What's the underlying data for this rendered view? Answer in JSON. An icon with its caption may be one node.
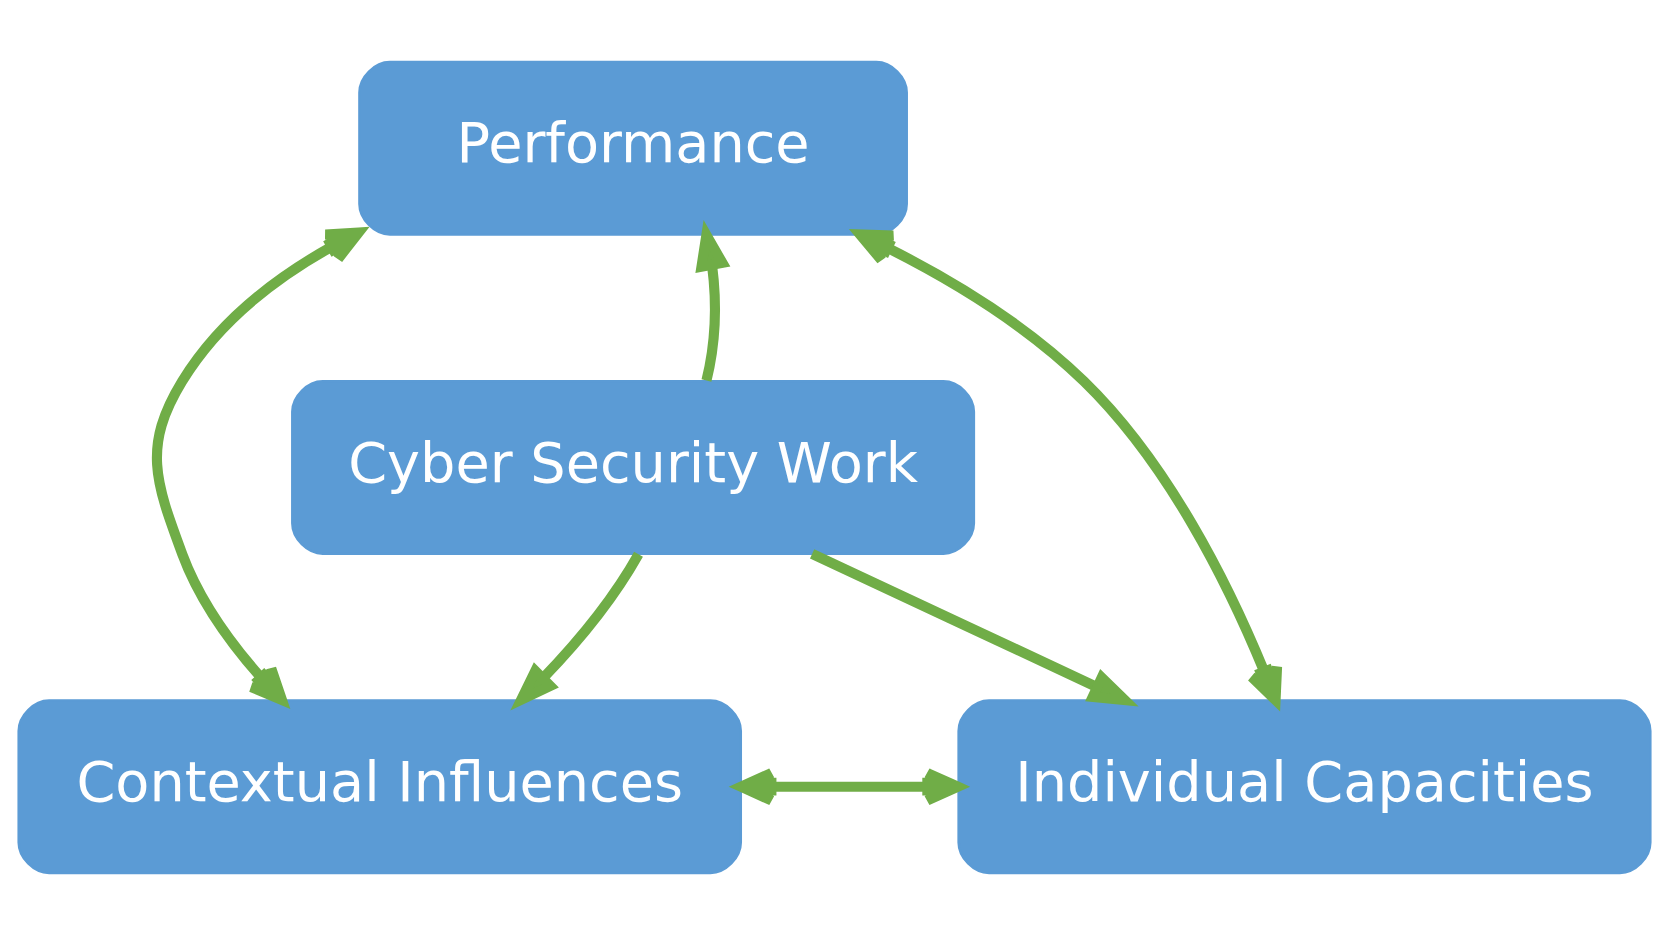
{
  "diagram": {
    "nodes": [
      {
        "text": [
          "Performance"
        ]
      },
      {
        "text": [
          "Cyber Security Work"
        ]
      },
      {
        "text": [
          "Contextual Influences"
        ]
      },
      {
        "text": [
          "Individual Capacities"
        ]
      }
    ],
    "edges": [
      {
        "from": 1,
        "to": 0,
        "arrow": "to"
      },
      {
        "from": 1,
        "to": 2,
        "arrow": "to"
      },
      {
        "from": 1,
        "to": 3,
        "arrow": "to"
      },
      {
        "from": 0,
        "to": 2,
        "arrow": "both"
      },
      {
        "from": 0,
        "to": 3,
        "arrow": "both"
      },
      {
        "from": 2,
        "to": 3,
        "arrow": "both"
      }
    ]
  }
}
